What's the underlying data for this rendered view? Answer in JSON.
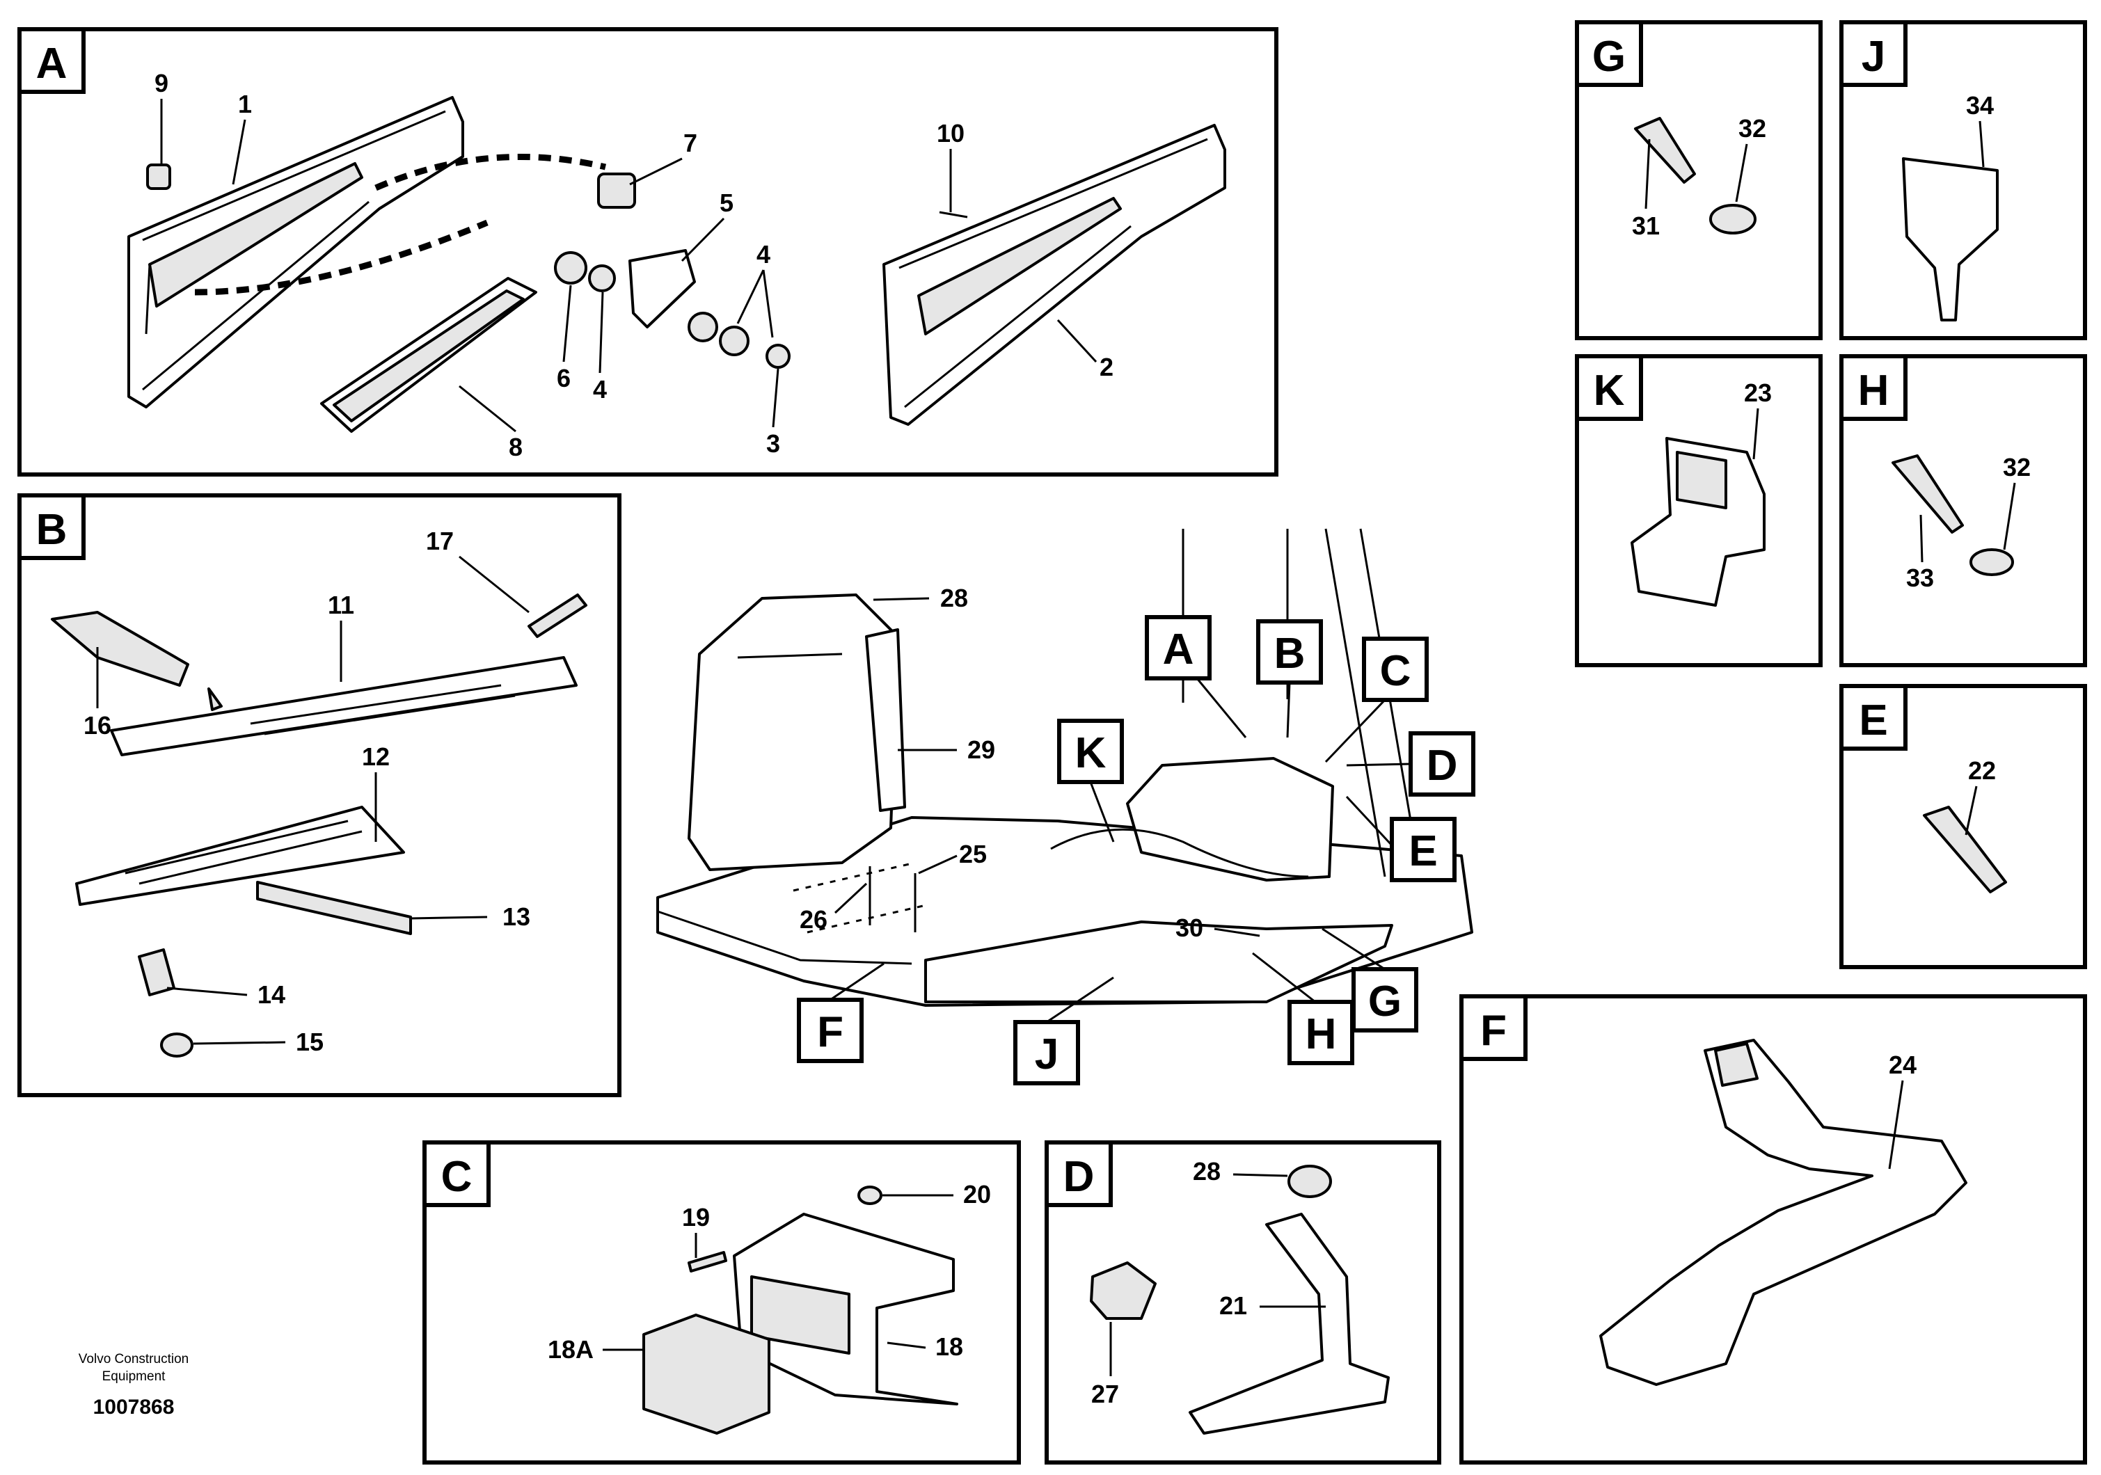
{
  "sections": [
    {
      "id": "A",
      "label": "A"
    },
    {
      "id": "B",
      "label": "B"
    },
    {
      "id": "C",
      "label": "C"
    },
    {
      "id": "D",
      "label": "D"
    },
    {
      "id": "E",
      "label": "E"
    },
    {
      "id": "F",
      "label": "F"
    },
    {
      "id": "G",
      "label": "G"
    },
    {
      "id": "H",
      "label": "H"
    },
    {
      "id": "J",
      "label": "J"
    },
    {
      "id": "K",
      "label": "K"
    }
  ],
  "overview_callouts": [
    "A",
    "B",
    "C",
    "D",
    "E",
    "F",
    "G",
    "H",
    "J",
    "K"
  ],
  "parts": {
    "p1": "1",
    "p2": "2",
    "p3": "3",
    "p4a": "4",
    "p4b": "4",
    "p5": "5",
    "p6": "6",
    "p7": "7",
    "p8": "8",
    "p9": "9",
    "p10": "10",
    "p11": "11",
    "p12": "12",
    "p13": "13",
    "p14": "14",
    "p15": "15",
    "p16": "16",
    "p17": "17",
    "p18": "18",
    "p18a": "18A",
    "p19": "19",
    "p20": "20",
    "p21": "21",
    "p22": "22",
    "p23": "23",
    "p24": "24",
    "p25": "25",
    "p26": "26",
    "p27": "27",
    "p28a": "28",
    "p28b": "28",
    "p29": "29",
    "p30": "30",
    "p31": "31",
    "p32a": "32",
    "p32b": "32",
    "p33": "33",
    "p34": "34"
  },
  "footer": {
    "company_line1": "Volvo Construction",
    "company_line2": "Equipment",
    "drawing_number": "1007868"
  }
}
